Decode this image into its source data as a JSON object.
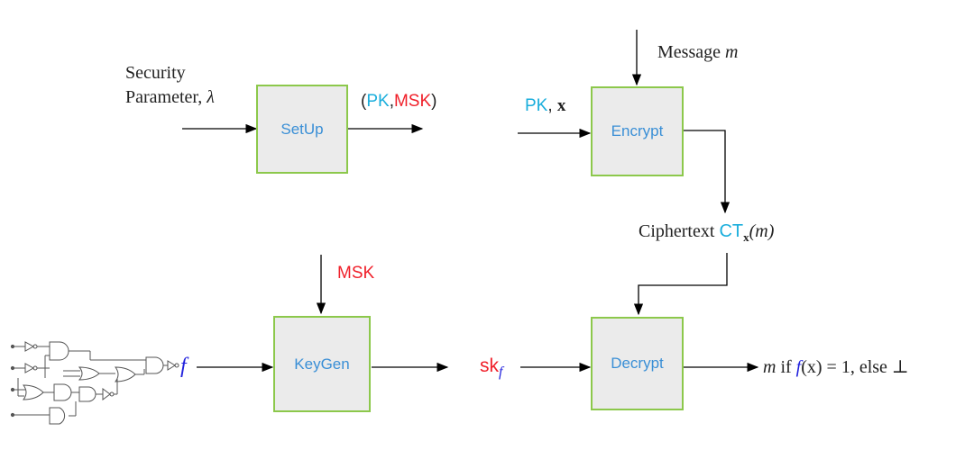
{
  "colors": {
    "pk": "#1aaedc",
    "msk": "#f0202a",
    "box_text": "#3a8fd6",
    "box_border": "#8cc84b",
    "box_fill": "#ebebeb",
    "f_blue": "#2222dd"
  },
  "boxes": {
    "setup": "SetUp",
    "encrypt": "Encrypt",
    "keygen": "KeyGen",
    "decrypt": "Decrypt"
  },
  "labels": {
    "security_line1": "Security",
    "security_line2": "Parameter, ",
    "lambda": "λ",
    "setup_out_open": "(",
    "pk": "PK",
    "comma": ",",
    "msk": "MSK",
    "setup_out_close": ")",
    "message_text": "Message ",
    "message_var": "m",
    "pk_x_pk": "PK",
    "pk_x_comma": ", ",
    "pk_x_x": "x",
    "ciphertext_text": "Ciphertext ",
    "ct": "CT",
    "ct_sub": "x",
    "ct_arg": "(m)",
    "keygen_msk": "MSK",
    "f": "f",
    "sk": "sk",
    "sk_sub": "f",
    "output_m": "m",
    "output_if": " if ",
    "output_f": "f",
    "output_rest": "(x) = 1, else ⊥"
  },
  "icons": {
    "circuit": "logic-circuit-icon"
  }
}
